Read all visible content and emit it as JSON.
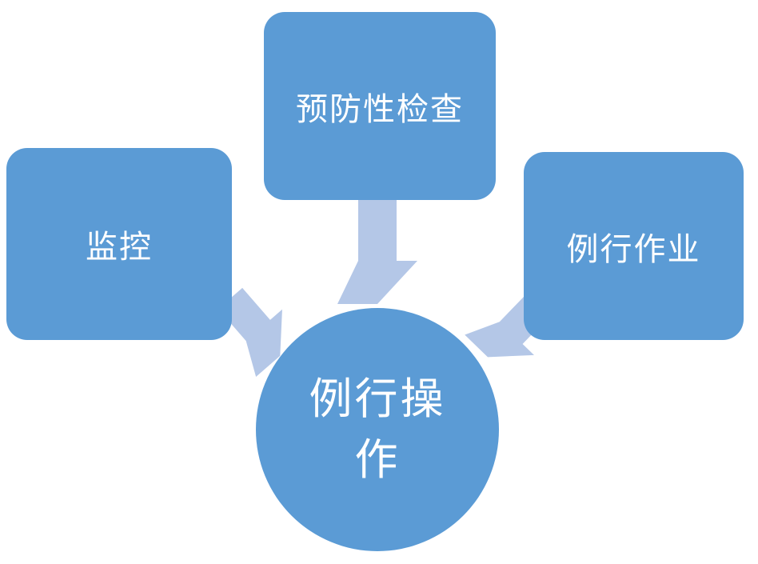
{
  "diagram": {
    "nodes": {
      "left_box": {
        "label": "监控"
      },
      "top_box": {
        "label": "预防性检查"
      },
      "right_box": {
        "label": "例行作业"
      },
      "center_circle": {
        "label": "例行操作"
      }
    },
    "colors": {
      "node_fill": "#5b9bd5",
      "arrow_fill": "#b4c7e7",
      "text": "#ffffff",
      "background": "#ffffff"
    }
  }
}
